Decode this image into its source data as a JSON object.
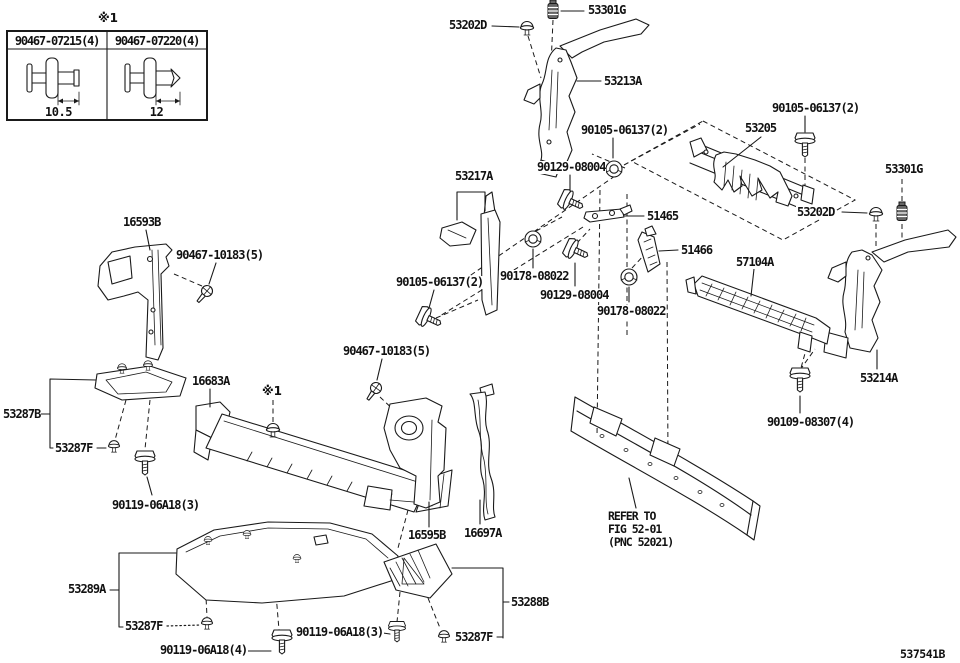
{
  "diagram": {
    "background": "#ffffff",
    "line_color": "#1a1a1a",
    "note_marker": "※1",
    "drawing_number": "537541B",
    "inset": {
      "marker": "※1",
      "cells": [
        {
          "part_number": "90467-07215(4)",
          "dimension": "10.5"
        },
        {
          "part_number": "90467-07220(4)",
          "dimension": "12"
        }
      ]
    },
    "refer_note": [
      "REFER TO",
      "FIG 52-01",
      "(PNC 52021)"
    ],
    "callouts": [
      "53301G",
      "53202D",
      "53213A",
      "90105-06137(2)",
      "53205",
      "90105-06137(2)",
      "53301G",
      "53202D",
      "90129-08004",
      "53217A",
      "51465",
      "51466",
      "57104A",
      "90105-06137(2)",
      "90178-08022",
      "90129-08004",
      "90178-08022",
      "16593B",
      "90467-10183(5)",
      "90467-10183(5)",
      "16683A",
      "※1",
      "53287B",
      "53287F",
      "90119-06A18(3)",
      "16595B",
      "16697A",
      "53288B",
      "53287F",
      "53289A",
      "53287F",
      "90119-06A18(4)",
      "90119-06A18(3)",
      "90109-08307(4)",
      "53214A"
    ]
  }
}
